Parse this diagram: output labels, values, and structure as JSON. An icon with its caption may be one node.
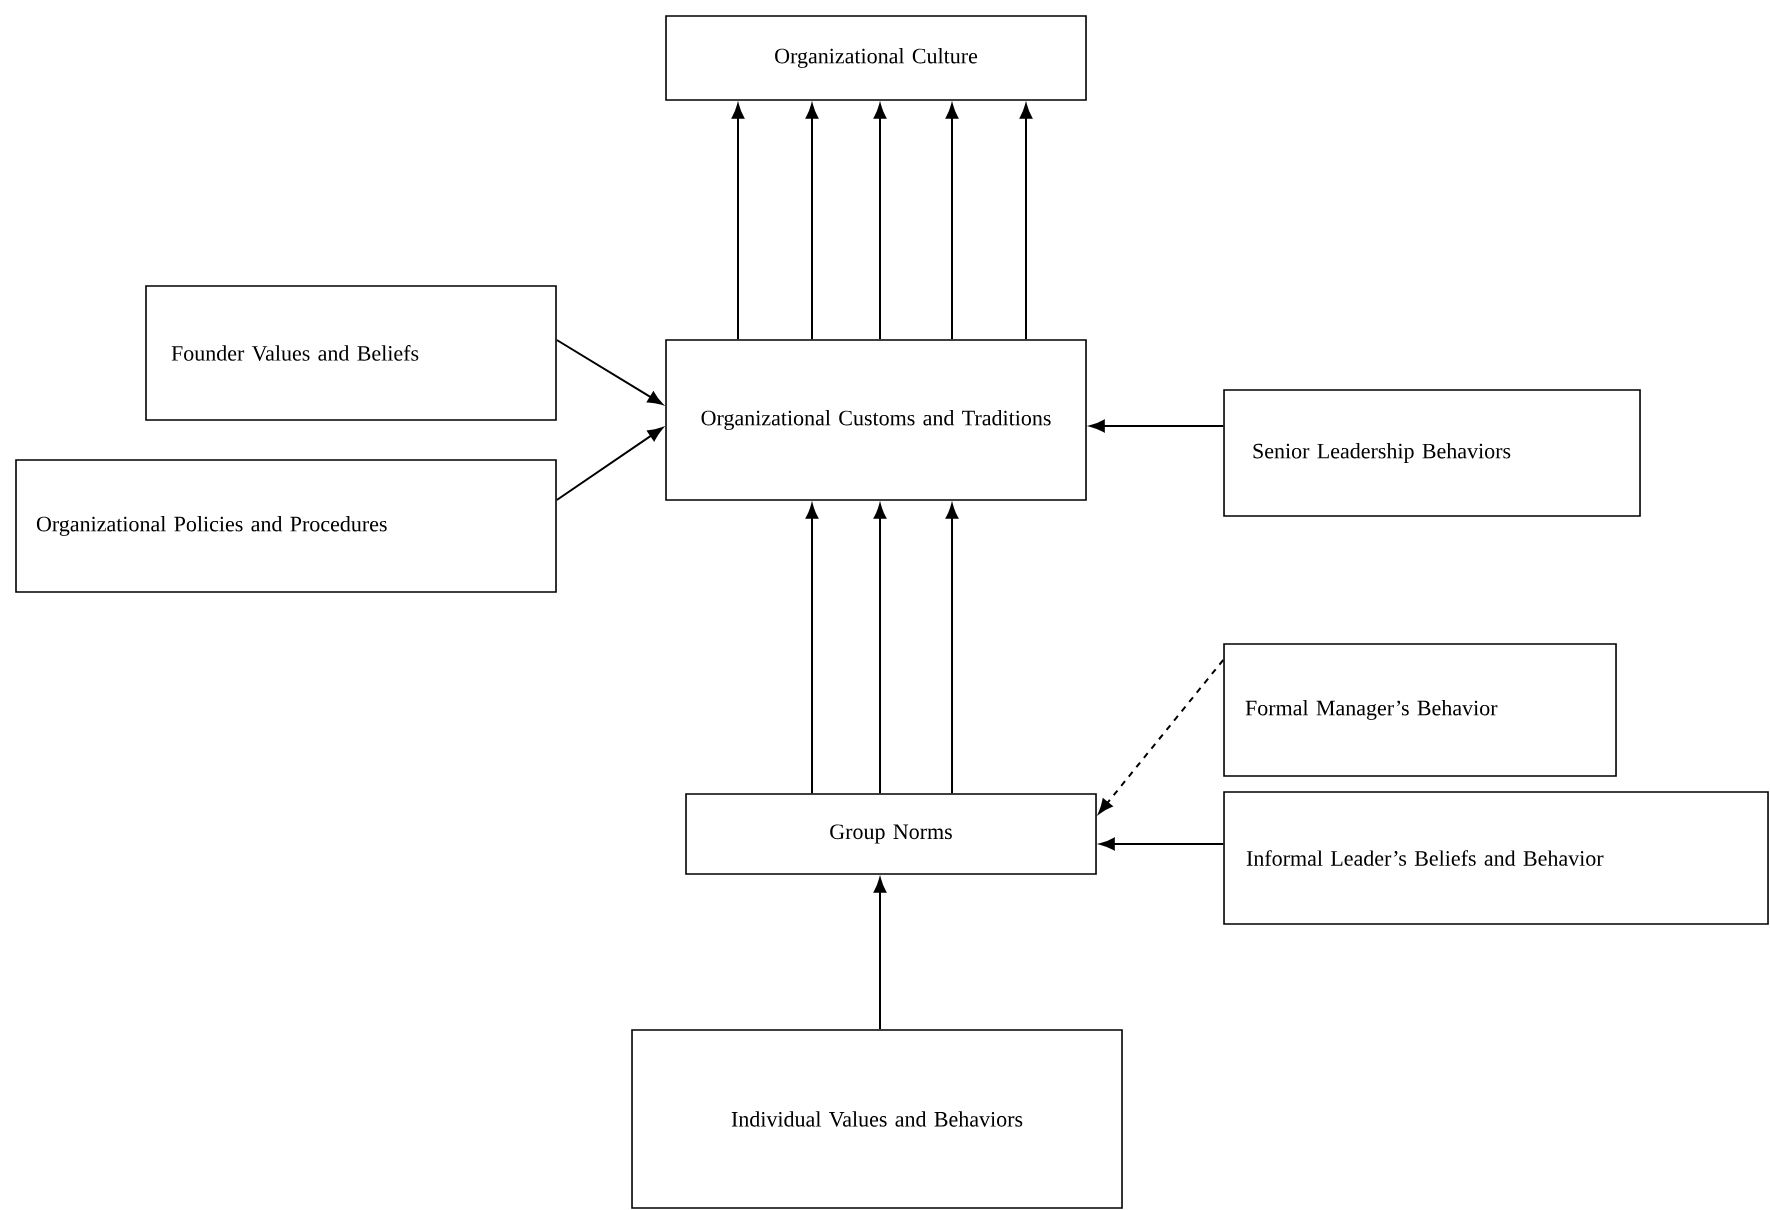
{
  "diagram": {
    "nodes": [
      {
        "text": [
          "Organizational Culture"
        ]
      },
      {
        "text": [
          "Founder Values and Beliefs"
        ]
      },
      {
        "text": [
          "Organizational Customs and Traditions"
        ]
      },
      {
        "text": [
          "Senior Leadership Behaviors"
        ]
      },
      {
        "text": [
          "Organizational Policies and Procedures"
        ]
      },
      {
        "text": [
          "Formal Manager’s Behavior"
        ]
      },
      {
        "text": [
          "Group Norms"
        ]
      },
      {
        "text": [
          "Informal Leader’s Beliefs and Behavior"
        ]
      },
      {
        "text": [
          "Individual Values and Behaviors"
        ]
      }
    ],
    "edges": [
      {
        "from": 2,
        "to": 0,
        "arrow": "to"
      },
      {
        "from": 2,
        "to": 0,
        "arrow": "to"
      },
      {
        "from": 2,
        "to": 0,
        "arrow": "to"
      },
      {
        "from": 2,
        "to": 0,
        "arrow": "to"
      },
      {
        "from": 2,
        "to": 0,
        "arrow": "to"
      },
      {
        "from": 1,
        "to": 2,
        "arrow": "to"
      },
      {
        "from": 4,
        "to": 2,
        "arrow": "to"
      },
      {
        "from": 3,
        "to": 2,
        "arrow": "to"
      },
      {
        "from": 6,
        "to": 2,
        "arrow": "to"
      },
      {
        "from": 6,
        "to": 2,
        "arrow": "to"
      },
      {
        "from": 6,
        "to": 2,
        "arrow": "to"
      },
      {
        "from": 5,
        "to": 6,
        "arrow": "to",
        "style": "dashed"
      },
      {
        "from": 7,
        "to": 6,
        "arrow": "to"
      },
      {
        "from": 8,
        "to": 6,
        "arrow": "to"
      }
    ]
  }
}
